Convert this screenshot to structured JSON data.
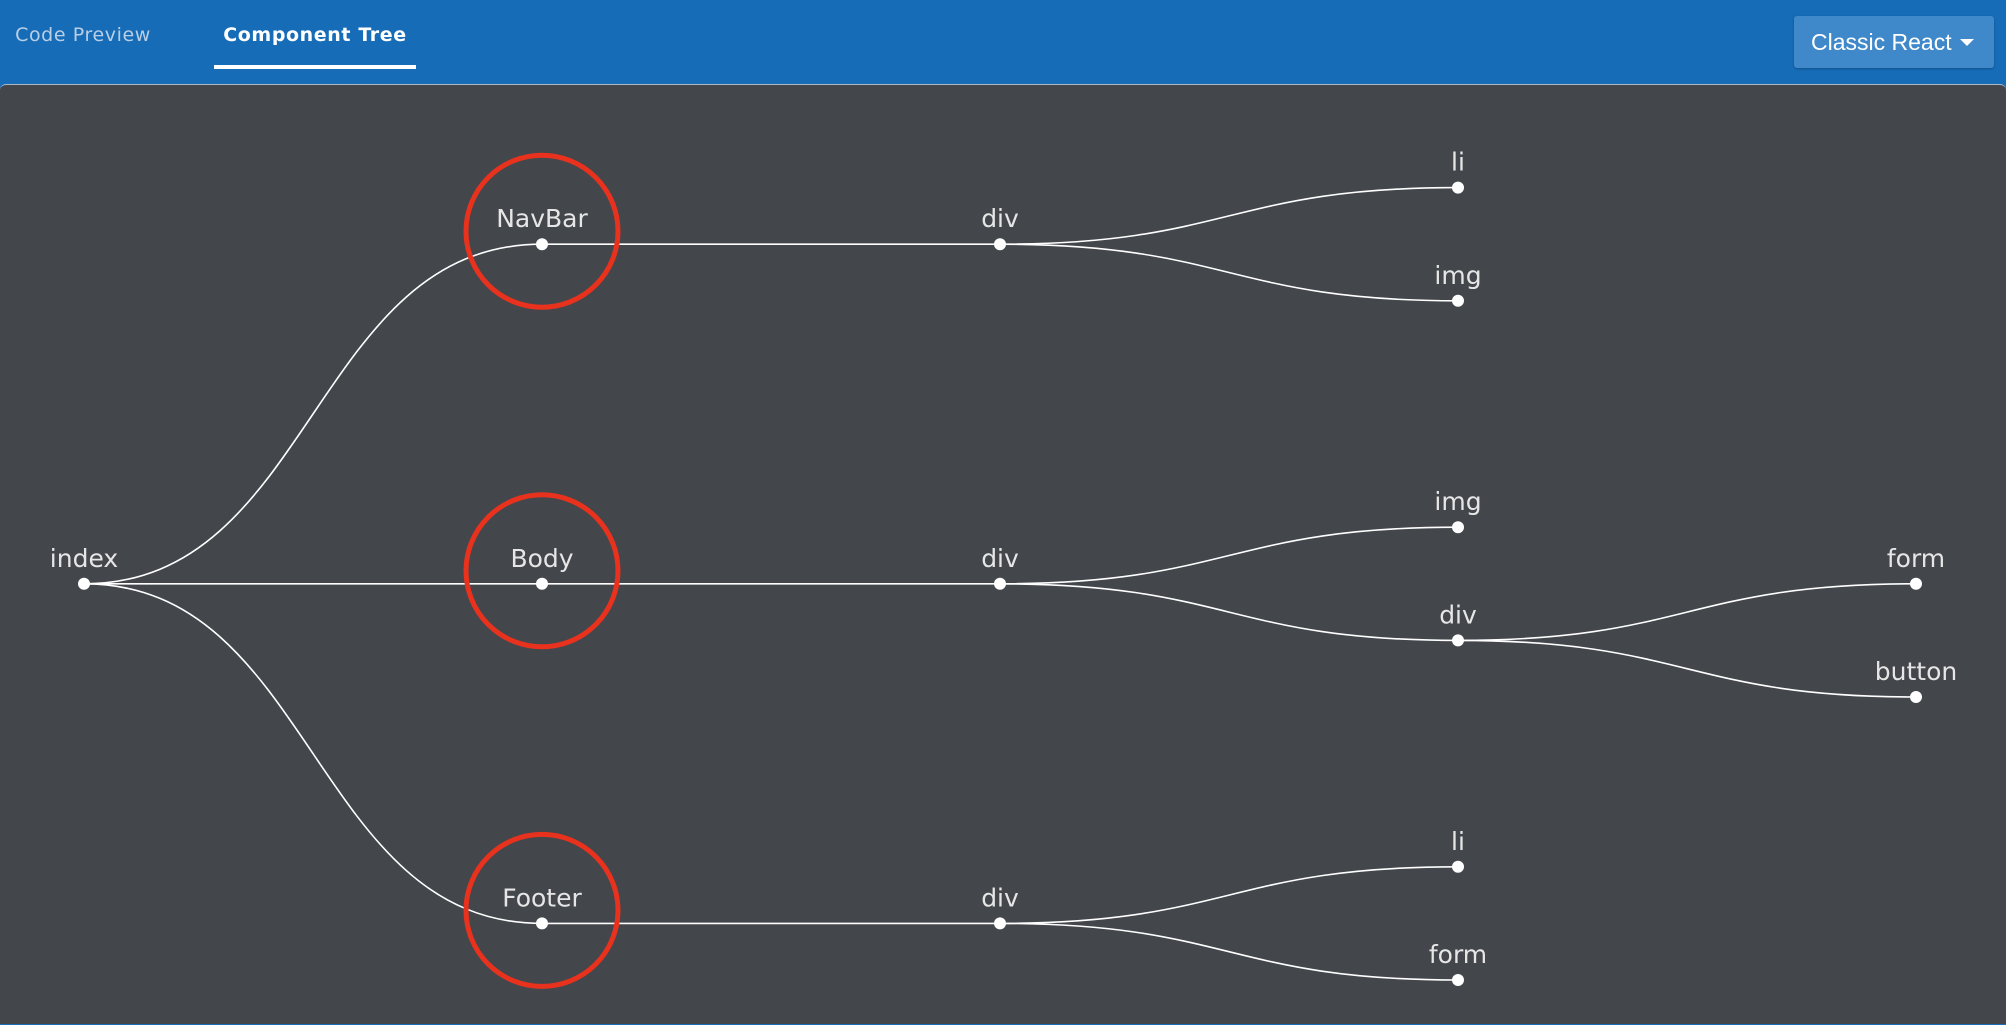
{
  "tabs": [
    {
      "label": "Code Preview",
      "active": false
    },
    {
      "label": "Component Tree",
      "active": true
    }
  ],
  "framework_select": {
    "value": "Classic React"
  },
  "colors": {
    "header": "#166cb7",
    "canvas": "#43464b",
    "link": "#ffffff",
    "highlight": "#e8321e"
  },
  "tree": {
    "nodes": [
      {
        "id": "index",
        "label": "index",
        "depth": 0,
        "row": 4
      },
      {
        "id": "navbar",
        "label": "NavBar",
        "depth": 1,
        "row": 1,
        "parent": "index",
        "highlighted": true
      },
      {
        "id": "body",
        "label": "Body",
        "depth": 1,
        "row": 4,
        "parent": "index",
        "highlighted": true
      },
      {
        "id": "footer",
        "label": "Footer",
        "depth": 1,
        "row": 7,
        "parent": "index",
        "highlighted": true
      },
      {
        "id": "navbar-div",
        "label": "div",
        "depth": 2,
        "row": 1,
        "parent": "navbar"
      },
      {
        "id": "body-div",
        "label": "div",
        "depth": 2,
        "row": 4,
        "parent": "body"
      },
      {
        "id": "footer-div",
        "label": "div",
        "depth": 2,
        "row": 7,
        "parent": "footer"
      },
      {
        "id": "navbar-li",
        "label": "li",
        "depth": 3,
        "row": 0.5,
        "parent": "navbar-div"
      },
      {
        "id": "navbar-img",
        "label": "img",
        "depth": 3,
        "row": 1.5,
        "parent": "navbar-div"
      },
      {
        "id": "body-img",
        "label": "img",
        "depth": 3,
        "row": 3.5,
        "parent": "body-div"
      },
      {
        "id": "body-div-div",
        "label": "div",
        "depth": 3,
        "row": 4.5,
        "parent": "body-div"
      },
      {
        "id": "footer-li",
        "label": "li",
        "depth": 3,
        "row": 6.5,
        "parent": "footer-div"
      },
      {
        "id": "footer-form",
        "label": "form",
        "depth": 3,
        "row": 7.5,
        "parent": "footer-div"
      },
      {
        "id": "form",
        "label": "form",
        "depth": 4,
        "row": 4,
        "parent": "body-div-div"
      },
      {
        "id": "button",
        "label": "button",
        "depth": 4,
        "row": 5,
        "parent": "body-div-div"
      }
    ]
  }
}
